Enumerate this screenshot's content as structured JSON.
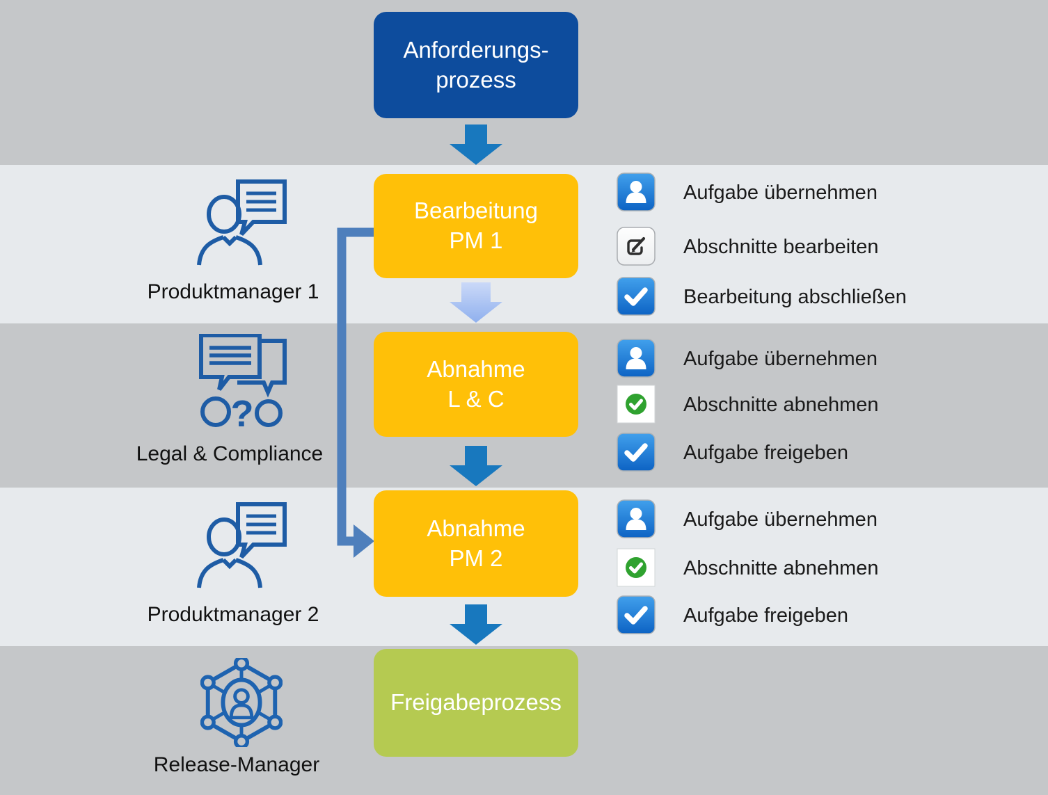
{
  "diagram": {
    "start_box": {
      "line1": "Anforderungs-",
      "line2": "prozess"
    },
    "end_box": {
      "label": "Freigabeprozess"
    },
    "rows": [
      {
        "actor": "Produktmanager 1",
        "actor_icon": "person-speech-bubble-icon",
        "box_line1": "Bearbeitung",
        "box_line2": "PM 1",
        "actions": [
          {
            "icon": "user-icon",
            "label": "Aufgabe übernehmen"
          },
          {
            "icon": "edit-icon",
            "label": "Abschnitte bearbeiten"
          },
          {
            "icon": "check-icon",
            "label": "Bearbeitung abschließen"
          }
        ]
      },
      {
        "actor": "Legal & Compliance",
        "actor_icon": "discussion-icon",
        "box_line1": "Abnahme",
        "box_line2": "L & C",
        "actions": [
          {
            "icon": "user-icon",
            "label": "Aufgabe übernehmen"
          },
          {
            "icon": "green-check-icon",
            "label": "Abschnitte abnehmen"
          },
          {
            "icon": "check-icon",
            "label": "Aufgabe freigeben"
          }
        ]
      },
      {
        "actor": "Produktmanager 2",
        "actor_icon": "person-speech-bubble-icon",
        "box_line1": "Abnahme",
        "box_line2": "PM 2",
        "actions": [
          {
            "icon": "user-icon",
            "label": "Aufgabe übernehmen"
          },
          {
            "icon": "green-check-icon",
            "label": "Abschnitte abnehmen"
          },
          {
            "icon": "check-icon",
            "label": "Aufgabe freigeben"
          }
        ]
      },
      {
        "actor": "Release-Manager",
        "actor_icon": "network-icon"
      }
    ],
    "colors": {
      "band_gray": "#C5C7C9",
      "band_light": "#E7EAED",
      "start_box_blue": "#0D4C9D",
      "task_box_yellow": "#FFC008",
      "end_box_green": "#B5CA51",
      "arrow_blue": "#1878BE",
      "arrow_light_blue": "#A9C3F1",
      "connector_blue": "#4E7FBC",
      "actor_icon_blue": "#1E5CA5",
      "button_blue": "#1572D0",
      "green_check": "#2FA22F"
    }
  }
}
